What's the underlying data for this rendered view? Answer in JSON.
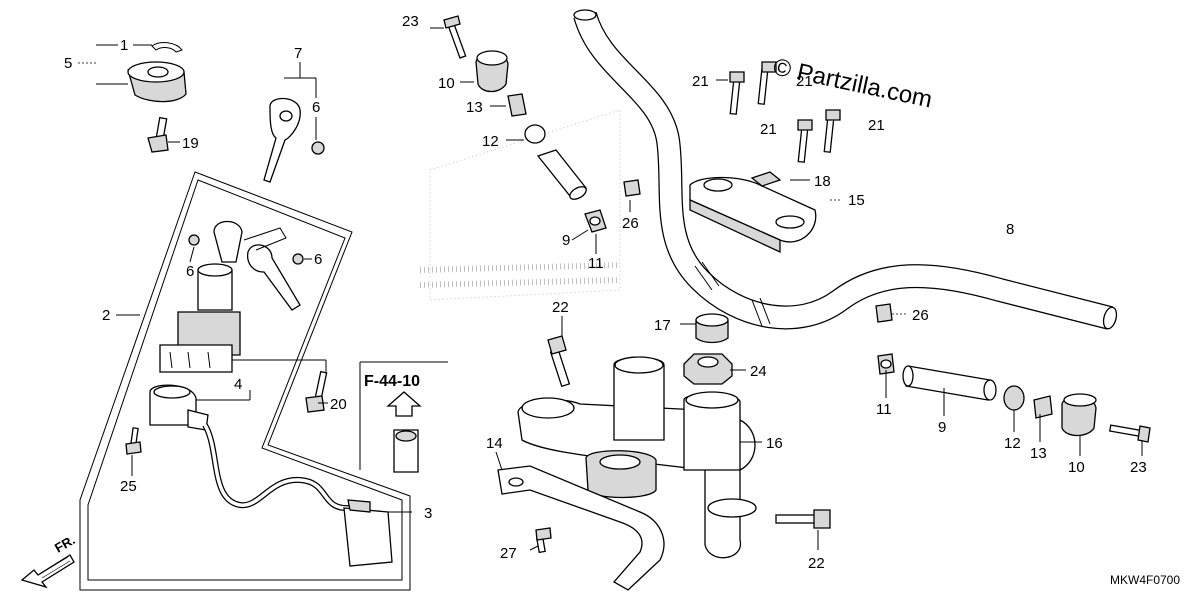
{
  "watermark": "© Partzilla.com",
  "diagram_code": "MKW4F0700",
  "reference_code": "F-44-10",
  "direction_label": "FR.",
  "callouts": {
    "c1": "1",
    "c2": "2",
    "c3": "3",
    "c4": "4",
    "c5": "5",
    "c6a": "6",
    "c6b": "6",
    "c6c": "6",
    "c7": "7",
    "c8": "8",
    "c9a": "9",
    "c9b": "9",
    "c10a": "10",
    "c10b": "10",
    "c11a": "11",
    "c11b": "11",
    "c12a": "12",
    "c12b": "12",
    "c13a": "13",
    "c13b": "13",
    "c14": "14",
    "c15": "15",
    "c16": "16",
    "c17": "17",
    "c18": "18",
    "c19": "19",
    "c20": "20",
    "c21a": "21",
    "c21b": "21",
    "c21c": "21",
    "c21d": "21",
    "c22a": "22",
    "c22b": "22",
    "c23a": "23",
    "c23b": "23",
    "c24": "24",
    "c25": "25",
    "c26a": "26",
    "c26b": "26",
    "c27": "27"
  }
}
